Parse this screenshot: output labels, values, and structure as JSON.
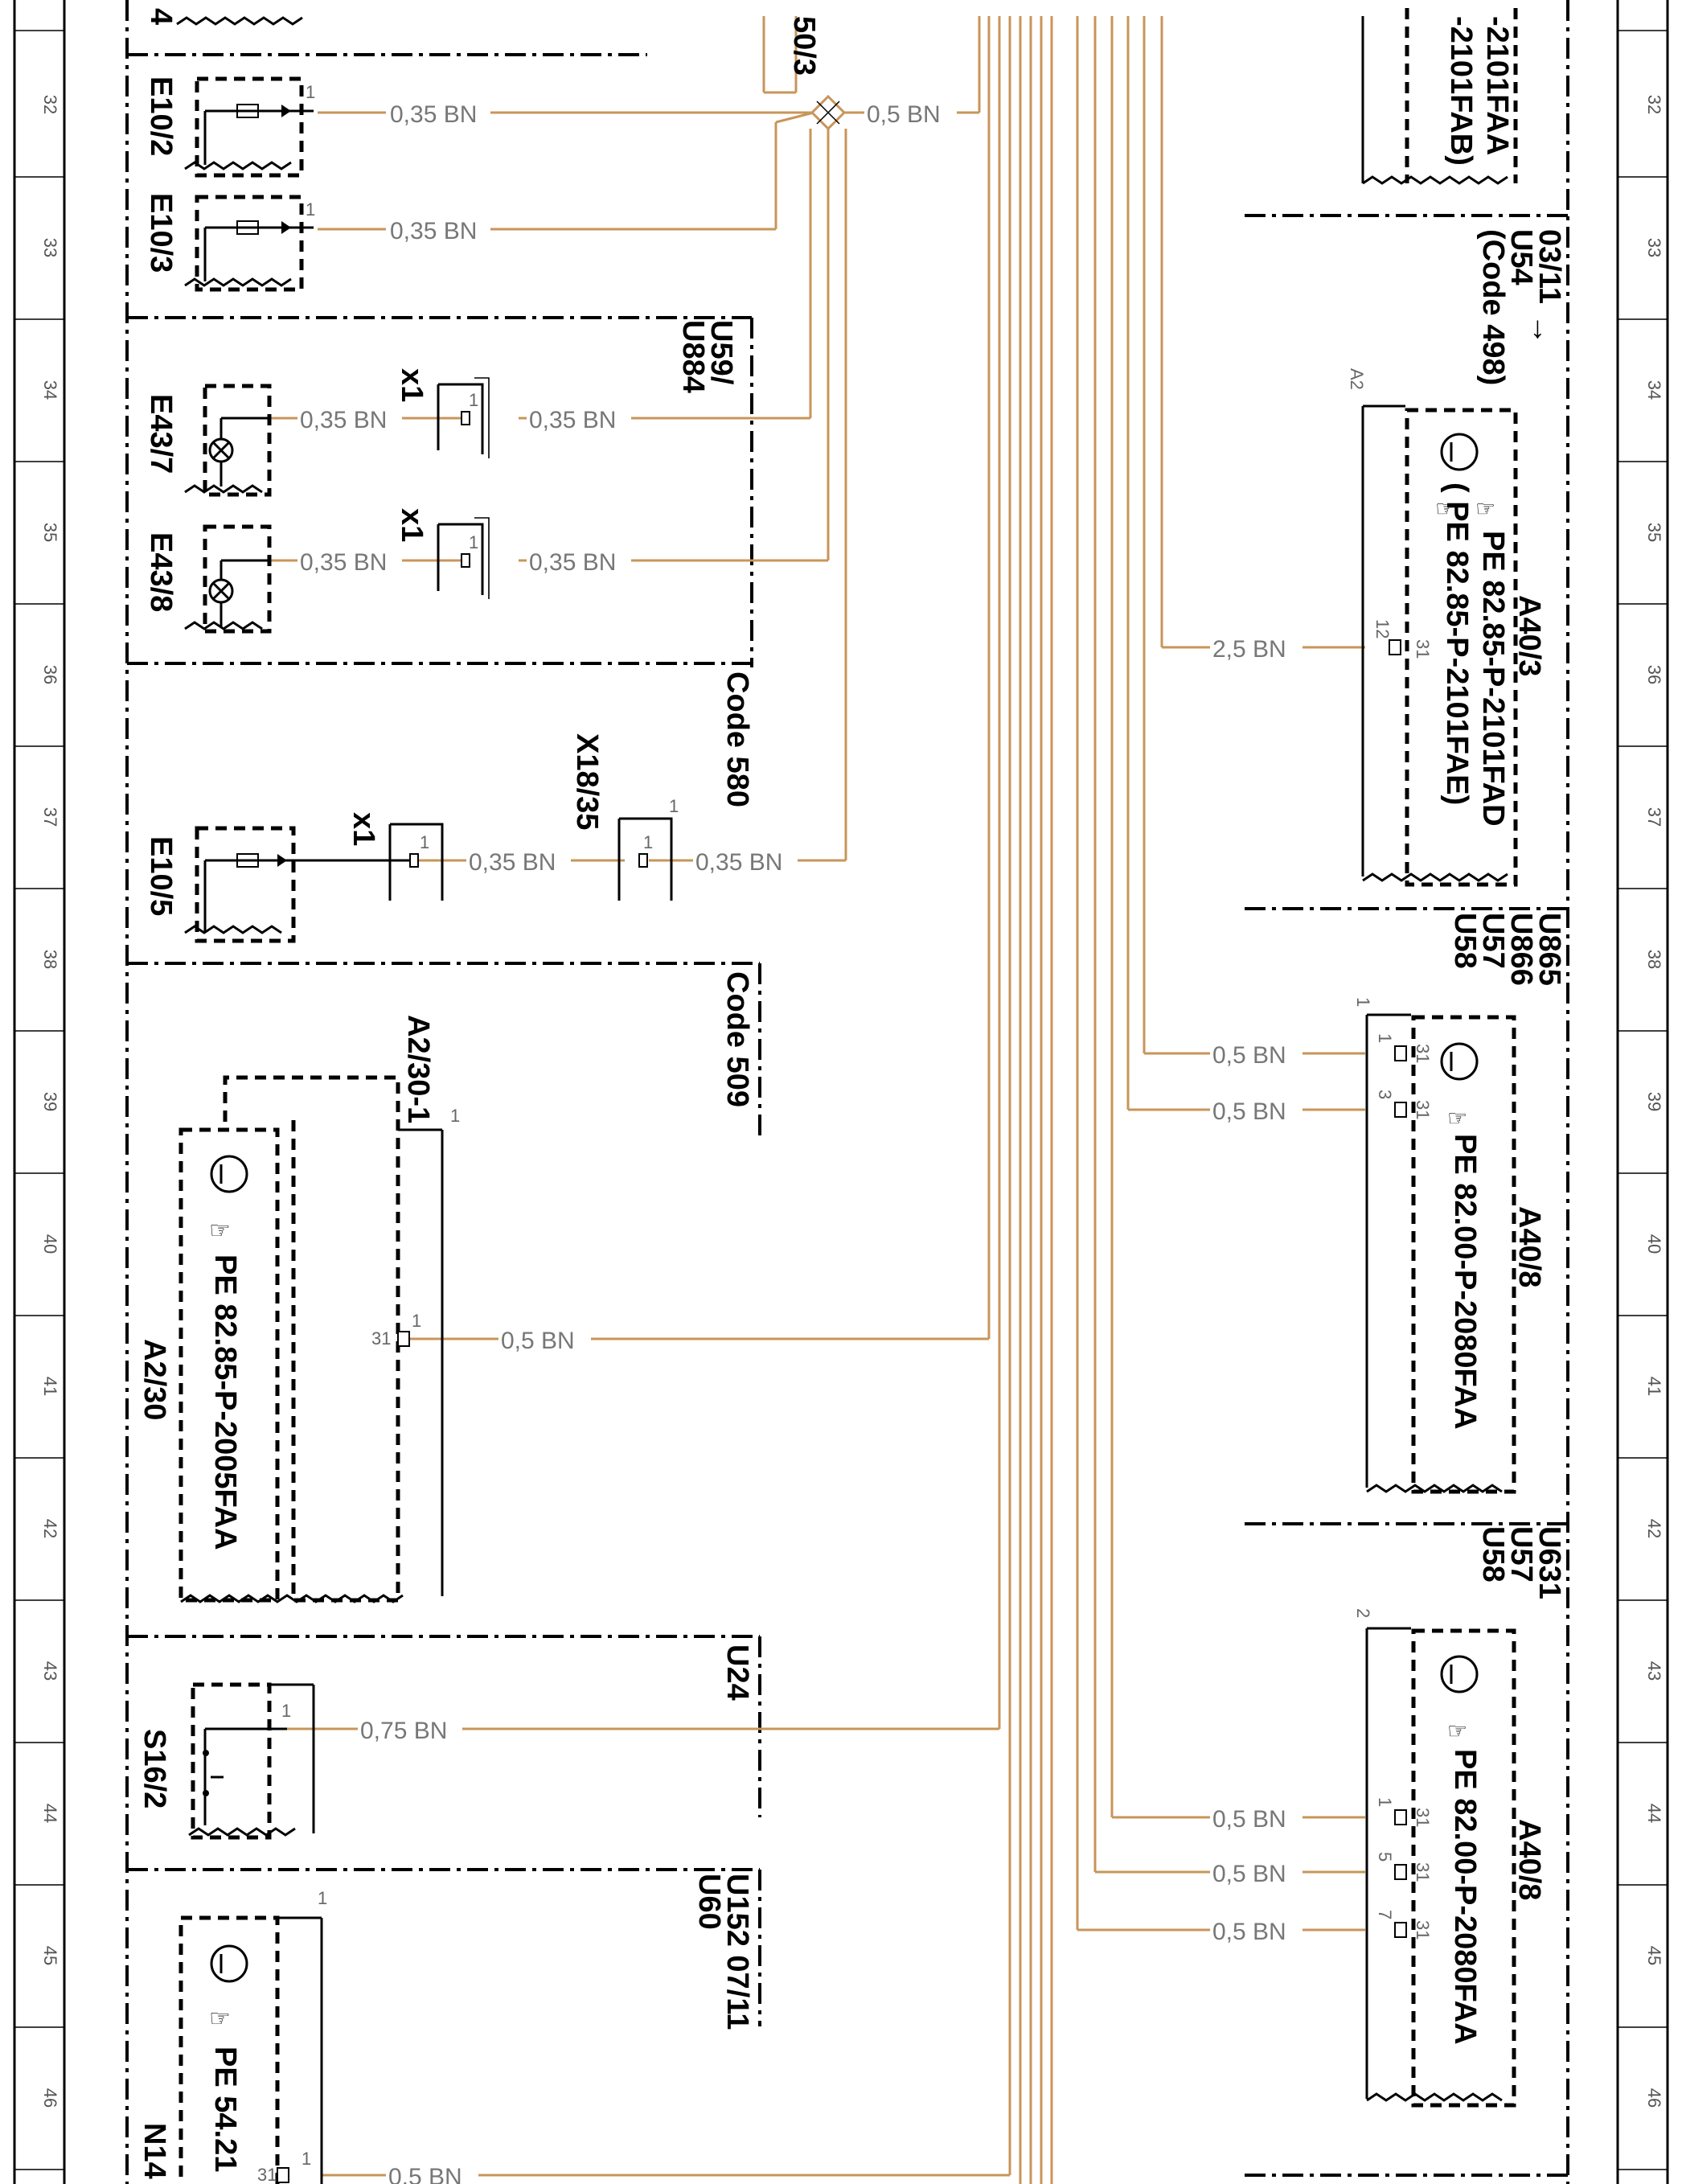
{
  "rulers": {
    "rows": [
      "32",
      "33",
      "34",
      "35",
      "36",
      "37",
      "38",
      "39",
      "40",
      "41",
      "42",
      "43",
      "44",
      "45",
      "46"
    ]
  },
  "edge": {
    "top_left_fragment": "4"
  },
  "wire_color": "#c8955a",
  "ground_wires": [
    {
      "size": "0,35 BN"
    },
    {
      "size": "0,35 BN"
    },
    {
      "size": "0,35 BN"
    },
    {
      "size": "0,35 BN"
    },
    {
      "size": "0,35 BN"
    },
    {
      "size": "0,35 BN"
    },
    {
      "size": "0,35 BN"
    },
    {
      "size": "0,35 BN"
    },
    {
      "size": "0,5 BN"
    },
    {
      "size": "0,75 BN"
    },
    {
      "size": "0,5 BN"
    },
    {
      "size": "0,5 BN"
    },
    {
      "size": "2,5 BN"
    },
    {
      "size": "0,5 BN"
    },
    {
      "size": "0,5 BN"
    },
    {
      "size": "0,5 BN"
    },
    {
      "size": "0,5 BN"
    },
    {
      "size": "0,5 BN"
    }
  ],
  "junction": {
    "label": "50/3"
  },
  "components": {
    "e10_2": "E10/2",
    "e10_3": "E10/3",
    "e43_7": "E43/7",
    "e43_8": "E43/8",
    "e10_5": "E10/5",
    "a2_30": "A2/30",
    "a2_30_1": "A2/30-1",
    "s16_2": "S16/2",
    "n14": "N14",
    "a40_3": "A40/3",
    "a40_8_a": "A40/8",
    "a40_8_b": "A40/8",
    "a2": "A2",
    "x1_a": "x1",
    "x1_b": "x1",
    "x1_c": "x1",
    "x18_35": "X18/35"
  },
  "section_codes": {
    "u59": "U59/",
    "u884": "U884",
    "code580": "Code  580",
    "code509": "Code  509",
    "u24": "U24",
    "u152": "U152   07/11",
    "u60": "U60",
    "date_0311": "03/11",
    "u54": "U54",
    "code498": "(Code  498)",
    "u865": "U865",
    "u866": "U866",
    "u57_a": "U57",
    "u58_a": "U58",
    "u631": "U631",
    "u57_b": "U57",
    "u58_b": "U58"
  },
  "references": {
    "top_fragment_1": "-2101FAA",
    "top_fragment_2": "-2101FAB)",
    "a40_3_ref1": "PE  82.85-P-2101FAD",
    "a40_3_ref2": "(       PE  82.85-P-2101FAE)",
    "a40_8_ref_a": "PE  82.00-P-2080FAA",
    "a40_8_ref_b": "PE  82.00-P-2080FAA",
    "a2_30_ref": "PE  82.85-P-2005FAA",
    "n14_ref": "PE  54.21"
  },
  "pins": {
    "p1": "1",
    "p2": "2",
    "p3": "3",
    "p5": "5",
    "p7": "7",
    "p12": "12",
    "p31": "31"
  }
}
